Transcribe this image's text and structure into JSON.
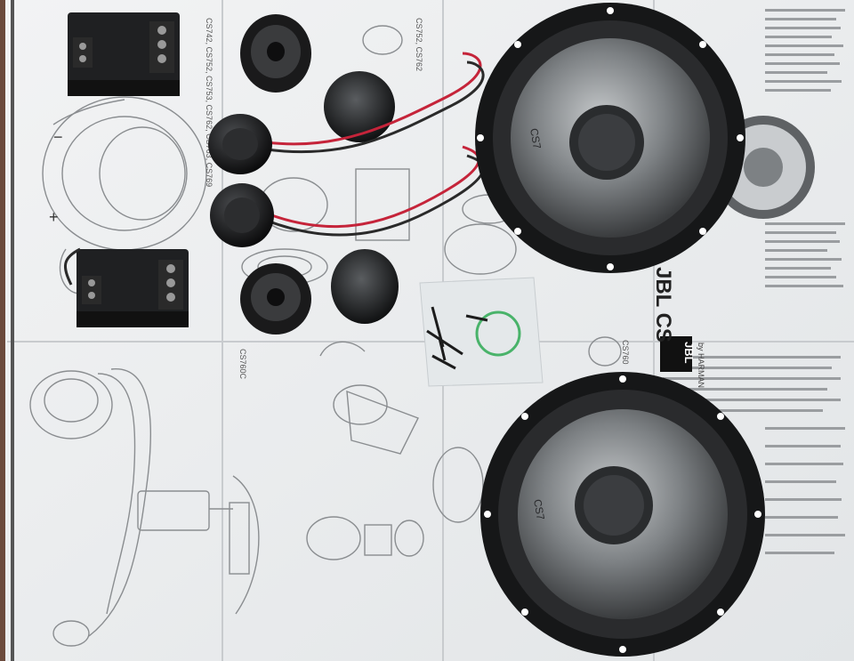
{
  "scene": {
    "speaker_badge": "CS7",
    "brand_logo": "JBL",
    "brand_text": "JBL CS",
    "brand_sub": "by HARMAN",
    "model_codes_top": "CS742, CS752, CS753, CS762, CS763, CS769",
    "model_cs760c": "CS760C",
    "model_cs760": "CS760",
    "model_cs752": "CS752, CS762",
    "plus_sign": "+",
    "minus_sign": "−"
  },
  "colors": {
    "paper": "#eef0f1",
    "paper_shadow": "#d9dcdf",
    "speaker_black": "#1b1c1e",
    "cone_silver": "#8c9092",
    "wire_red": "#c5243a",
    "wire_black": "#2a2a2a",
    "background": "#6b4a3c",
    "bag_green": "#49b36a"
  }
}
